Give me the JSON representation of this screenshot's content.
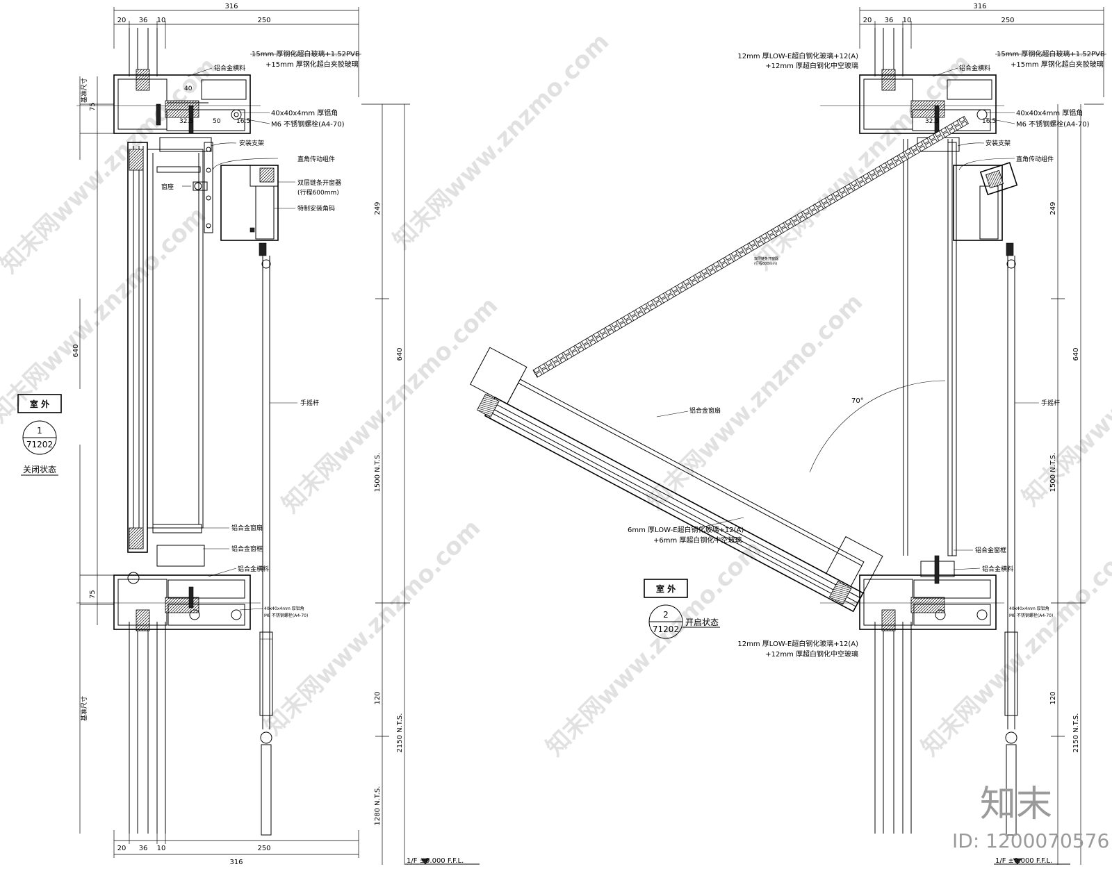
{
  "left_view": {
    "dims_top": [
      "316",
      "20",
      "36",
      "10",
      "250"
    ],
    "dims_bottom": [
      "20",
      "36",
      "10",
      "250",
      "316"
    ],
    "side_dims": [
      "75",
      "640",
      "75"
    ],
    "side_note": "基准尺寸",
    "right_dims": [
      "249",
      "640",
      "1500 N.T.S.",
      "120",
      "2150 N.T.S.",
      "1280 N.T.S."
    ],
    "glass_top": [
      "15mm 厚钢化超白玻璃+1.52PVB",
      "+15mm 厚钢化超白夹胶玻璃"
    ],
    "labels": {
      "transom_top": "铝合金横料",
      "angle": "40x40x4mm 厚铝角",
      "bolt": "M6 不锈钢螺栓(A4-70)",
      "bracket": "安装支架",
      "drive": "直角传动组件",
      "window_base": "窗座",
      "opener": "双层链条开窗器",
      "opener_stroke": "(行程600mm)",
      "corner_code": "特制安装角码",
      "crank": "手摇杆",
      "sash": "铝合金窗扇",
      "frame": "铝合金窗框",
      "transom_bottom": "铝合金横料",
      "angle_small": "40x40x4mm 厚铝角",
      "bolt_small": "M6 不锈钢螺栓(A4-70)"
    },
    "small_dims": [
      "40",
      "32.5",
      "50",
      "16.5"
    ],
    "outside_label": "室 外",
    "detail_num": "1",
    "detail_sheet": "71202",
    "state": "关闭状态",
    "ffl": "1/F ±0.000 F.F.L."
  },
  "right_view": {
    "dims_top": [
      "316",
      "20",
      "36",
      "10",
      "250"
    ],
    "right_dims": [
      "249",
      "640",
      "1500 N.T.S.",
      "120",
      "2150 N.T.S."
    ],
    "glass_top_left": [
      "12mm 厚LOW-E超白钢化玻璃+12(A)",
      "+12mm 厚超白钢化中空玻璃"
    ],
    "glass_top_right": [
      "15mm 厚钢化超白玻璃+1.52PVB",
      "+15mm 厚钢化超白夹胶玻璃"
    ],
    "glass_bottom": [
      "12mm 厚LOW-E超白钢化玻璃+12(A)",
      "+12mm 厚超白钢化中空玻璃"
    ],
    "sash_glass": [
      "6mm 厚LOW-E超白钢化玻璃+12(A)",
      "+6mm 厚超白钢化中空玻璃"
    ],
    "labels": {
      "transom_top": "铝合金横料",
      "angle": "40x40x4mm 厚铝角",
      "bolt": "M6 不锈钢螺栓(A4-70)",
      "bracket": "安装支架",
      "drive": "直角传动组件",
      "chain": "双层链条开窗器",
      "chain_stroke": "(行程600mm)",
      "sash": "铝合金窗扇",
      "crank": "手摇杆",
      "frame": "铝合金窗框",
      "transom_bottom": "铝合金横料",
      "angle_small": "40x40x4mm 厚铝角",
      "bolt_small": "M6 不锈钢螺栓(A4-70)"
    },
    "small_dims": [
      "32.5",
      "50",
      "16.5"
    ],
    "angle_deg": "70°",
    "outside_label": "室 外",
    "detail_num": "2",
    "detail_sheet": "71202",
    "state": "开启状态",
    "ffl": "1/F ±0.000 F.F.L."
  },
  "watermark": "知末网www.znzmo.com",
  "brand_logo": "知末",
  "brand_id": "ID: 1200070576"
}
